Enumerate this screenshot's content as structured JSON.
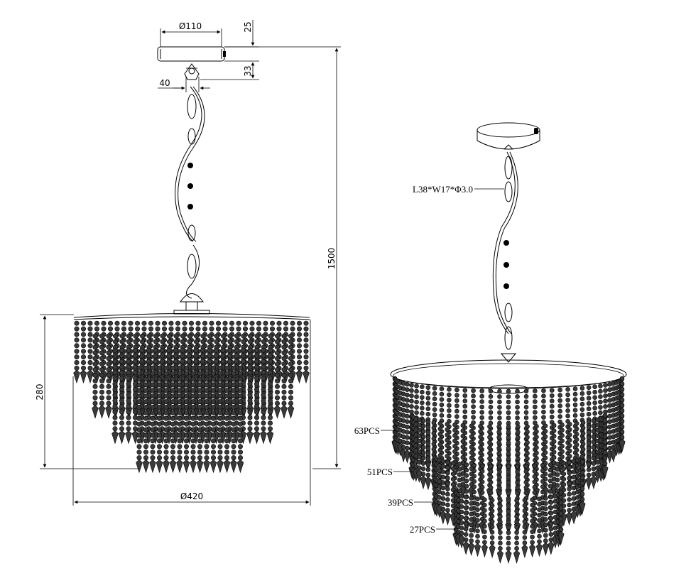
{
  "dimensions": {
    "canopy_diameter": "Ø110",
    "canopy_height": "25",
    "hook_height": "33",
    "hook_width": "40",
    "total_height": "1500",
    "body_height": "280",
    "body_diameter": "Ø420"
  },
  "labels": {
    "chain_spec": "L38*W17*Φ3.0",
    "tier1_count": "63PCS",
    "tier2_count": "51PCS",
    "tier3_count": "39PCS",
    "tier4_count": "27PCS"
  },
  "colors": {
    "line": "#000000",
    "crystal_fill": "#3a3a3a",
    "background": "#ffffff"
  }
}
